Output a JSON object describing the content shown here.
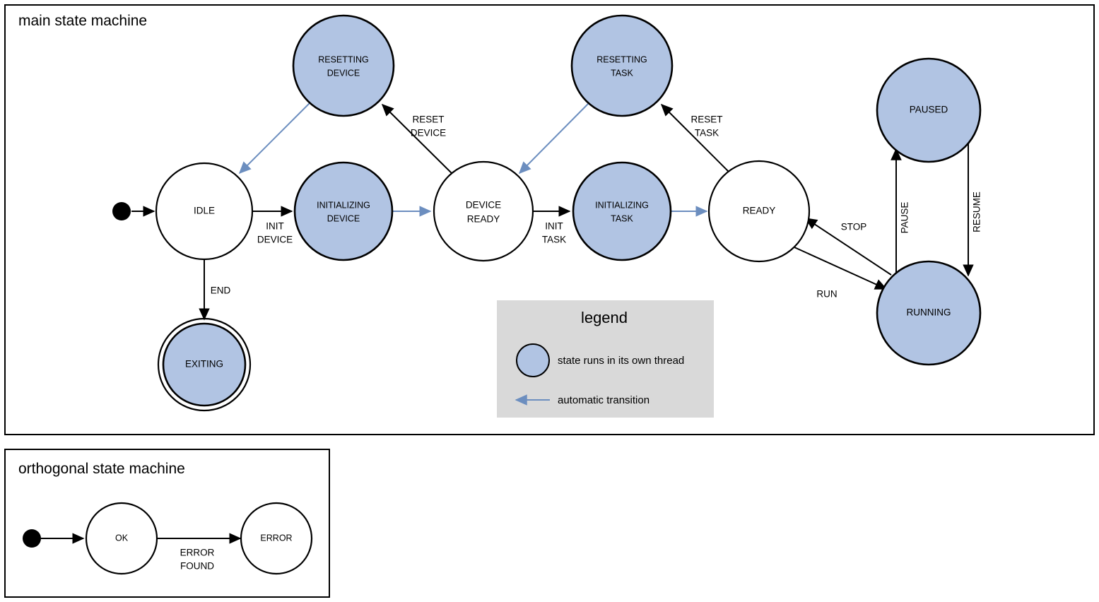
{
  "diagram": {
    "type": "state-machine",
    "frames": [
      {
        "id": "main",
        "title": "main state machine"
      },
      {
        "id": "orthogonal",
        "title": "orthogonal state machine"
      }
    ],
    "colors": {
      "thread_state_fill": "#b1c4e3",
      "state_stroke": "#000000",
      "plain_state_fill": "#ffffff",
      "automatic_transition": "#6c8ebf",
      "manual_transition": "#000000",
      "legend_background": "#d9d9d9",
      "frame_stroke": "#000000"
    },
    "main": {
      "states": [
        {
          "id": "idle",
          "label": "IDLE",
          "kind": "plain"
        },
        {
          "id": "initializing_device",
          "label_line1": "INITIALIZING",
          "label_line2": "DEVICE",
          "kind": "thread"
        },
        {
          "id": "resetting_device",
          "label_line1": "RESETTING",
          "label_line2": "DEVICE",
          "kind": "thread"
        },
        {
          "id": "device_ready",
          "label_line1": "DEVICE",
          "label_line2": "READY",
          "kind": "plain"
        },
        {
          "id": "initializing_task",
          "label_line1": "INITIALIZING",
          "label_line2": "TASK",
          "kind": "thread"
        },
        {
          "id": "resetting_task",
          "label_line1": "RESETTING",
          "label_line2": "TASK",
          "kind": "thread"
        },
        {
          "id": "ready",
          "label": "READY",
          "kind": "plain"
        },
        {
          "id": "paused",
          "label": "PAUSED",
          "kind": "thread"
        },
        {
          "id": "running",
          "label": "RUNNING",
          "kind": "thread"
        },
        {
          "id": "exiting",
          "label": "EXITING",
          "kind": "thread-final"
        }
      ],
      "transitions": [
        {
          "id": "start-idle",
          "from": "start",
          "to": "idle",
          "label": "",
          "style": "manual"
        },
        {
          "id": "idle-initdevice",
          "from": "idle",
          "to": "initializing_device",
          "label_line1": "INIT",
          "label_line2": "DEVICE",
          "style": "manual"
        },
        {
          "id": "initdevice-deviceready",
          "from": "initializing_device",
          "to": "device_ready",
          "label": "",
          "style": "automatic"
        },
        {
          "id": "deviceready-resetdevice",
          "from": "device_ready",
          "to": "resetting_device",
          "label_line1": "RESET",
          "label_line2": "DEVICE",
          "style": "manual"
        },
        {
          "id": "resetdevice-idle",
          "from": "resetting_device",
          "to": "idle",
          "label": "",
          "style": "automatic"
        },
        {
          "id": "deviceready-inittask",
          "from": "device_ready",
          "to": "initializing_task",
          "label_line1": "INIT",
          "label_line2": "TASK",
          "style": "manual"
        },
        {
          "id": "inittask-ready",
          "from": "initializing_task",
          "to": "ready",
          "label": "",
          "style": "automatic"
        },
        {
          "id": "ready-resettask",
          "from": "ready",
          "to": "resetting_task",
          "label_line1": "RESET",
          "label_line2": "TASK",
          "style": "manual"
        },
        {
          "id": "resettask-deviceready",
          "from": "resetting_task",
          "to": "device_ready",
          "label": "",
          "style": "automatic"
        },
        {
          "id": "ready-running",
          "from": "ready",
          "to": "running",
          "label": "RUN",
          "style": "manual"
        },
        {
          "id": "running-ready",
          "from": "running",
          "to": "ready",
          "label": "STOP",
          "style": "manual"
        },
        {
          "id": "running-paused",
          "from": "running",
          "to": "paused",
          "label": "PAUSE",
          "style": "manual"
        },
        {
          "id": "paused-running",
          "from": "paused",
          "to": "running",
          "label": "RESUME",
          "style": "manual"
        },
        {
          "id": "idle-exiting",
          "from": "idle",
          "to": "exiting",
          "label": "END",
          "style": "manual"
        }
      ]
    },
    "orthogonal": {
      "states": [
        {
          "id": "ok",
          "label": "OK",
          "kind": "plain"
        },
        {
          "id": "error",
          "label": "ERROR",
          "kind": "plain"
        }
      ],
      "transitions": [
        {
          "id": "start-ok",
          "from": "start",
          "to": "ok",
          "label": "",
          "style": "manual"
        },
        {
          "id": "ok-error",
          "from": "ok",
          "to": "error",
          "label_line1": "ERROR",
          "label_line2": "FOUND",
          "style": "manual"
        }
      ]
    },
    "legend": {
      "title": "legend",
      "items": [
        {
          "id": "thread-state",
          "symbol": "filled-circle",
          "text": "state runs in its own thread"
        },
        {
          "id": "auto-transition",
          "symbol": "blue-arrow",
          "text": "automatic transition"
        }
      ]
    }
  }
}
